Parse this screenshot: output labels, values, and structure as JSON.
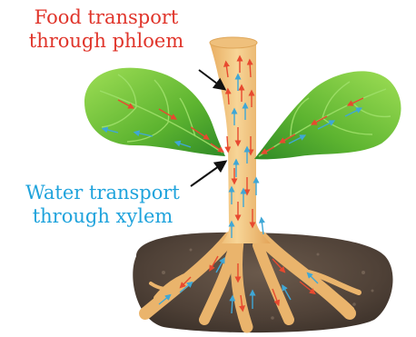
{
  "labels": {
    "food": {
      "line1": "Food transport",
      "line2": "through phloem"
    },
    "water": {
      "line1": "Water transport",
      "line2": "through xylem"
    }
  },
  "colors": {
    "food_label": "#e0352b",
    "water_label": "#1fa3dc",
    "phloem_arrow": "#e8492f",
    "xylem_arrow": "#3fa7d6",
    "stem": "#f3c57c",
    "leaf": "#6cc13a",
    "soil": "#5a4a3e"
  },
  "icons": {
    "food_pointer": "arrow-to-phloem-icon",
    "water_pointer": "arrow-to-xylem-icon"
  }
}
